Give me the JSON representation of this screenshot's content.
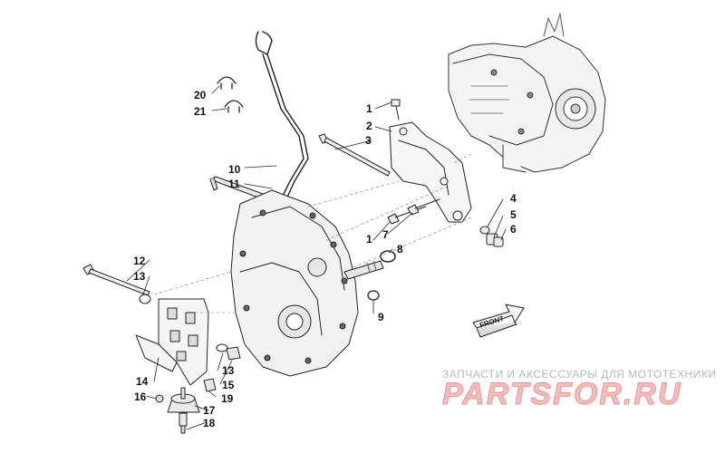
{
  "callouts": [
    {
      "id": "c1a",
      "text": "1"
    },
    {
      "id": "c2",
      "text": "2"
    },
    {
      "id": "c3",
      "text": "3"
    },
    {
      "id": "c4",
      "text": "4"
    },
    {
      "id": "c5",
      "text": "5"
    },
    {
      "id": "c6",
      "text": "6"
    },
    {
      "id": "c1b",
      "text": "1"
    },
    {
      "id": "c7",
      "text": "7"
    },
    {
      "id": "c8",
      "text": "8"
    },
    {
      "id": "c9",
      "text": "9"
    },
    {
      "id": "c10",
      "text": "10"
    },
    {
      "id": "c11",
      "text": "11"
    },
    {
      "id": "c12",
      "text": "12"
    },
    {
      "id": "c13a",
      "text": "13"
    },
    {
      "id": "c13b",
      "text": "13"
    },
    {
      "id": "c14",
      "text": "14"
    },
    {
      "id": "c15",
      "text": "15"
    },
    {
      "id": "c16",
      "text": "16"
    },
    {
      "id": "c17",
      "text": "17"
    },
    {
      "id": "c18",
      "text": "18"
    },
    {
      "id": "c19",
      "text": "19"
    },
    {
      "id": "c20",
      "text": "20"
    },
    {
      "id": "c21",
      "text": "21"
    }
  ],
  "front_arrow": {
    "label": "FRONT"
  },
  "watermark": {
    "tagline": "ЗАПЧАСТИ И АКСЕССУАРЫ ДЛЯ МОТОТЕХНИКИ",
    "logo": "PARTSFOR.RU"
  }
}
